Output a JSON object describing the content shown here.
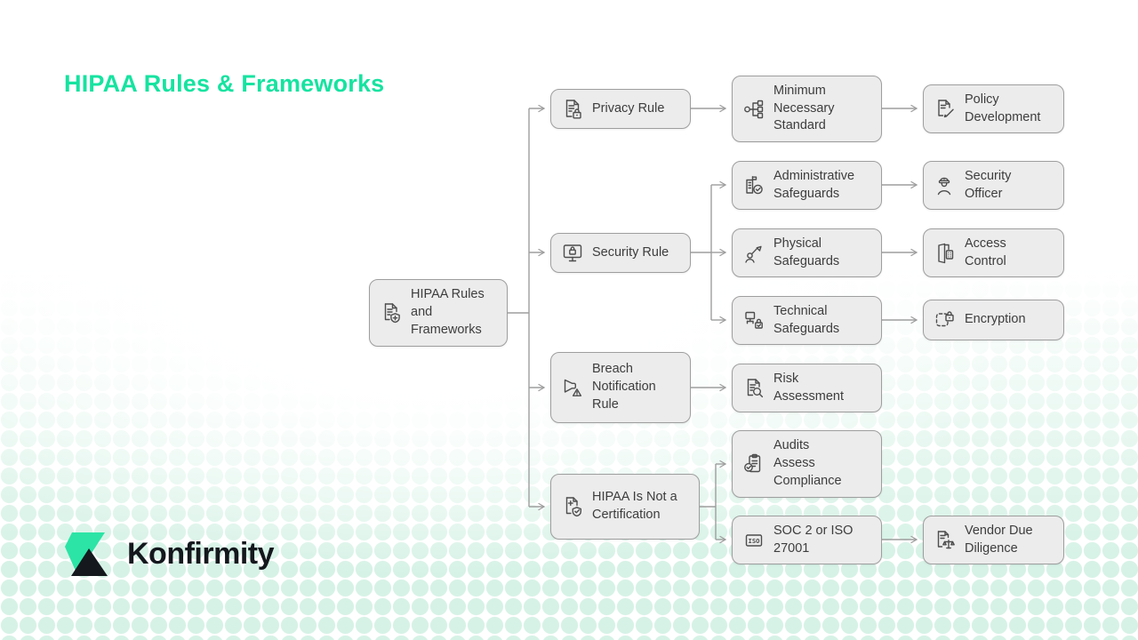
{
  "page": {
    "title": "HIPAA Rules & Frameworks"
  },
  "brand": {
    "name": "Konfirmity",
    "teal": "#2ce4a6",
    "dark": "#15191e"
  },
  "colors": {
    "accent": "#16e3a0",
    "node_fill": "#ececec",
    "node_border": "#9e9e9e",
    "node_text": "#3d3d3d",
    "connector": "#9e9e9e",
    "background_dots": "#d6f2e6"
  },
  "diagram": {
    "root": {
      "label": "HIPAA Rules and Frameworks",
      "icon": "document-shield-plus-icon"
    },
    "privacy": {
      "label": "Privacy Rule",
      "icon": "document-lock-icon"
    },
    "security": {
      "label": "Security Rule",
      "icon": "monitor-lock-icon"
    },
    "breach": {
      "label": "Breach Notification Rule",
      "icon": "megaphone-alert-icon"
    },
    "not_cert": {
      "label": "HIPAA Is Not a Certification",
      "icon": "document-cross-shield-icon"
    },
    "min_necessary": {
      "label": "Minimum Necessary Standard",
      "icon": "data-distribution-icon"
    },
    "admin": {
      "label": "Administrative Safeguards",
      "icon": "building-check-icon"
    },
    "physical": {
      "label": "Physical Safeguards",
      "icon": "guard-pointing-icon"
    },
    "technical": {
      "label": "Technical Safeguards",
      "icon": "network-lock-icon"
    },
    "risk": {
      "label": "Risk Assessment",
      "icon": "document-search-icon"
    },
    "audits": {
      "label": "Audits Assess Compliance",
      "icon": "clipboard-check-icon"
    },
    "soc_iso": {
      "label": "SOC 2 or ISO 27001",
      "icon": "iso-badge-icon",
      "icon_text": "ISO"
    },
    "policy": {
      "label": "Policy Development",
      "icon": "document-pen-icon"
    },
    "officer": {
      "label": "Security Officer",
      "icon": "security-officer-icon"
    },
    "access": {
      "label": "Access Control",
      "icon": "door-keypad-icon"
    },
    "encryption": {
      "label": "Encryption",
      "icon": "lock-dashed-icon"
    },
    "vendor": {
      "label": "Vendor Due Diligence",
      "icon": "document-scale-icon"
    }
  }
}
